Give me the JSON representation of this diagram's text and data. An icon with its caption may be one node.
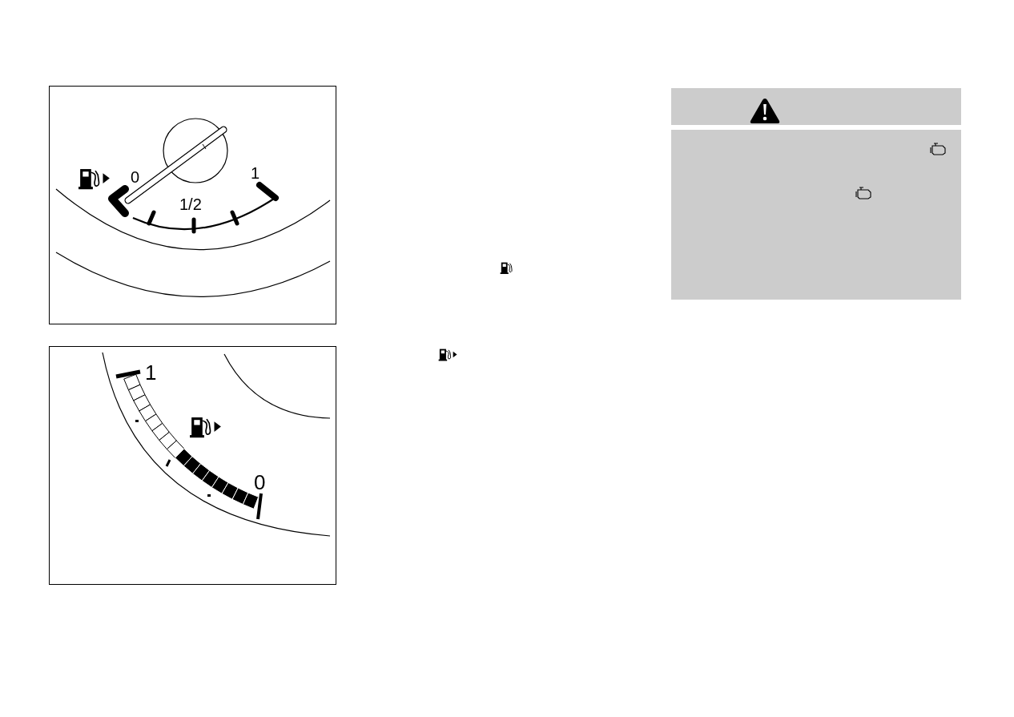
{
  "diagram": {
    "labels": [
      "0",
      "1",
      "1/2",
      "1",
      "0"
    ]
  }
}
